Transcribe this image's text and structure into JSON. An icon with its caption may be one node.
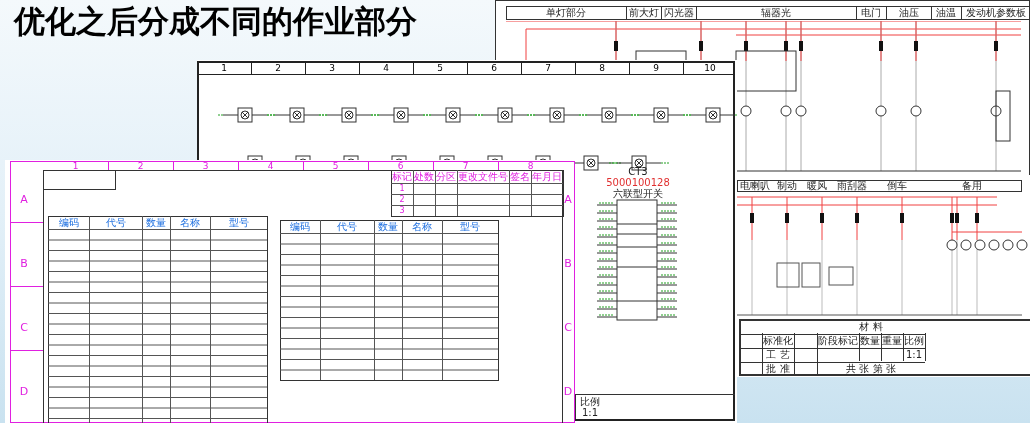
{
  "diagram": {
    "title": "优化之后分成不同的作业部分",
    "labels": [
      "单灯部分",
      "前大灯",
      "闪光器",
      "辐器光",
      "电门",
      "油压",
      "油温",
      "发动机参数板",
      "1",
      "2",
      "3",
      "4",
      "5",
      "6",
      "7",
      "8",
      "9",
      "10",
      "1",
      "2",
      "3",
      "4",
      "5",
      "6",
      "7",
      "8",
      "A",
      "B",
      "C",
      "D",
      "A",
      "B",
      "C",
      "D",
      "标记",
      "处数",
      "分区",
      "更改文件号",
      "签名",
      "年月日",
      "1",
      "2",
      "3",
      "编码",
      "代号",
      "数量",
      "名称",
      "型号",
      "编码",
      "代号",
      "数量",
      "名称",
      "型号",
      "CT3",
      "5000100128",
      "六联型开关",
      "电喇叭",
      "制动",
      "暖风",
      "雨刮器",
      "倒车",
      "备用",
      "材 料",
      "标准化",
      "阶段标记",
      "数量",
      "重量",
      "比例",
      "工 艺",
      "1:1",
      "批 准",
      "共 张 第 张",
      "比例",
      "1:1"
    ]
  }
}
